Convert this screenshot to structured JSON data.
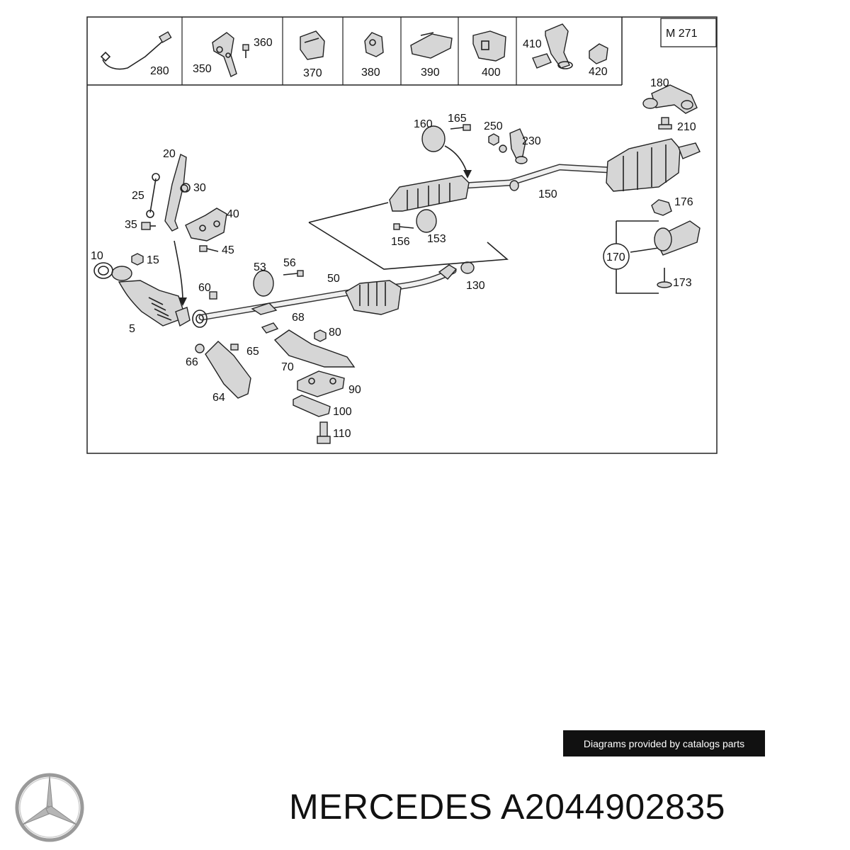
{
  "model_code": "M 271",
  "legend_items": [
    {
      "label": "280",
      "icon": "oxygen-sensor"
    },
    {
      "label": "350",
      "icon": "bracket"
    },
    {
      "label": "360",
      "icon": "screw"
    },
    {
      "label": "370",
      "icon": "clip"
    },
    {
      "label": "380",
      "icon": "clamp"
    },
    {
      "label": "390",
      "icon": "bracket"
    },
    {
      "label": "400",
      "icon": "holder"
    },
    {
      "label": "410",
      "icon": "bracket"
    },
    {
      "label": "420",
      "icon": "clip"
    }
  ],
  "callouts": {
    "c5": "5",
    "c10": "10",
    "c15": "15",
    "c20": "20",
    "c25": "25",
    "c30": "30",
    "c35": "35",
    "c40": "40",
    "c45": "45",
    "c50": "50",
    "c53": "53",
    "c56": "56",
    "c60": "60",
    "c64": "64",
    "c65": "65",
    "c66": "66",
    "c68": "68",
    "c70": "70",
    "c80": "80",
    "c90": "90",
    "c100": "100",
    "c110": "110",
    "c130": "130",
    "c150": "150",
    "c153": "153",
    "c156": "156",
    "c160": "160",
    "c165": "165",
    "c170": "170",
    "c173": "173",
    "c176": "176",
    "c180": "180",
    "c210": "210",
    "c230": "230",
    "c250": "250"
  },
  "watermark": "Diagrams provided by catalogs parts",
  "brand_line": "MERCEDES A2044902835",
  "logo_icon": "mercedes-star-icon"
}
